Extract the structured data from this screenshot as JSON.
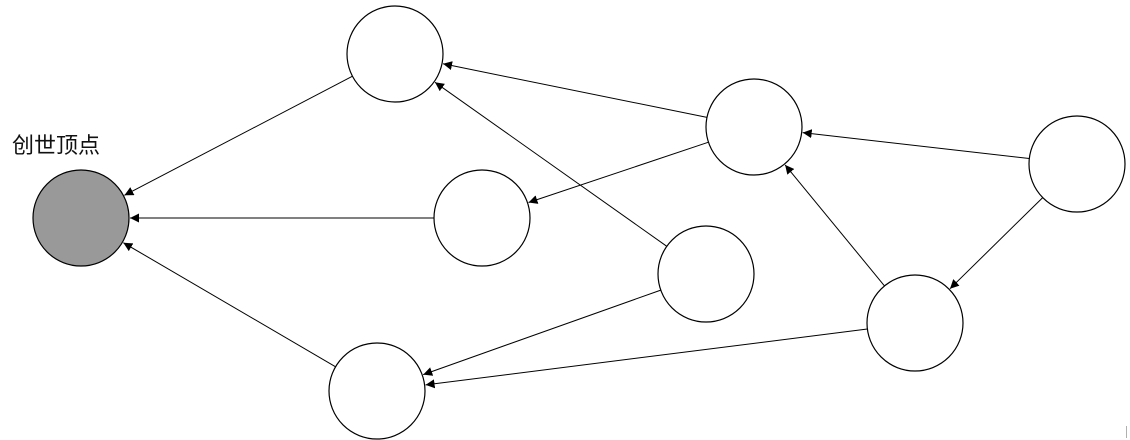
{
  "genesis_label": "创世顶点",
  "colors": {
    "genesis_fill": "#999999",
    "node_fill": "#ffffff",
    "stroke": "#000000"
  },
  "graph": {
    "nodes": [
      {
        "id": "genesis",
        "genesis": true
      },
      {
        "id": "n1"
      },
      {
        "id": "n2"
      },
      {
        "id": "n3"
      },
      {
        "id": "n4"
      },
      {
        "id": "n5"
      },
      {
        "id": "n6"
      },
      {
        "id": "n7"
      },
      {
        "id": "n8"
      }
    ],
    "edges": [
      {
        "from": "n1",
        "to": "genesis"
      },
      {
        "from": "n2",
        "to": "genesis"
      },
      {
        "from": "n3",
        "to": "genesis"
      },
      {
        "from": "n4",
        "to": "n1"
      },
      {
        "from": "n4",
        "to": "n2"
      },
      {
        "from": "n5",
        "to": "n1"
      },
      {
        "from": "n5",
        "to": "n3"
      },
      {
        "from": "n6",
        "to": "n4"
      },
      {
        "from": "n6",
        "to": "n7"
      },
      {
        "from": "n7",
        "to": "n4"
      },
      {
        "from": "n7",
        "to": "n3"
      }
    ]
  }
}
